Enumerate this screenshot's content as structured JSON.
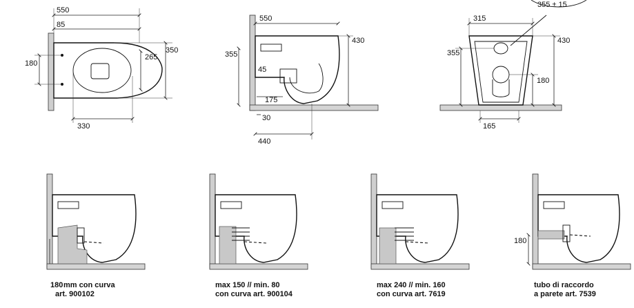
{
  "top_view": {
    "dims": [
      "550",
      "85",
      "350",
      "265",
      "180",
      "330"
    ]
  },
  "side_view": {
    "dims": [
      "550",
      "430",
      "355",
      "45",
      "175",
      "30",
      "440"
    ]
  },
  "front_view": {
    "dims": [
      "315",
      "430",
      "355",
      "180",
      "165"
    ],
    "callout": "355 ± 15"
  },
  "install_options": [
    {
      "dim": "180",
      "caption_line1": "mm con curva",
      "caption_line2": "art. 900102"
    },
    {
      "caption_line1": "max 150 // min. 80",
      "caption_line2": "con curva art. 900104"
    },
    {
      "caption_line1": "max 240 // min. 160",
      "caption_line2": "con curva art. 7619"
    },
    {
      "dim": "180",
      "caption_line1": "tubo di raccordo",
      "caption_line2": "a parete art. 7539"
    }
  ]
}
